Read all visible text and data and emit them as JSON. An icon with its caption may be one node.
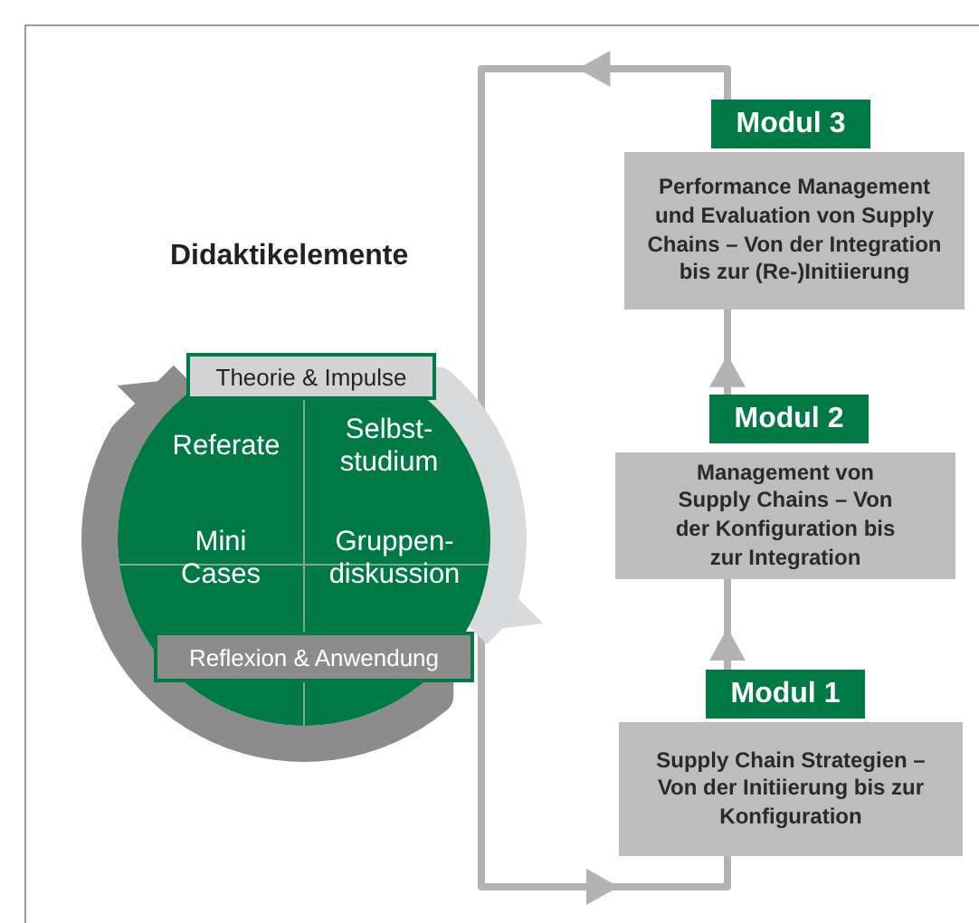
{
  "diagram": {
    "nodes": [
      {
        "text": [],
        "shape": "circle"
      },
      {
        "text": [
          "Theorie & Impulse"
        ],
        "in": 0
      },
      {
        "text": [
          "Referate"
        ],
        "in": 0
      },
      {
        "text": [
          "Selbst- studium"
        ],
        "in": 0
      },
      {
        "text": [
          "Mini Cases"
        ],
        "in": 0
      },
      {
        "text": [
          "Gruppen- diskussion"
        ],
        "in": 0
      },
      {
        "text": [
          "Reflexion & Anwendung"
        ],
        "in": 0
      },
      {
        "text": [
          "Modul 3",
          "Performance Management und Evaluation von Supply Chains – Von der Integration bis zur (Re-)Initiierung"
        ]
      },
      {
        "text": [
          "Modul 2",
          "Management von Supply Chains – Von der Konfiguration bis zur Integration"
        ]
      },
      {
        "text": [
          "Modul 1",
          "Supply Chain Strategien – Von der Initiierung bis zur Konfiguration"
        ]
      }
    ],
    "edges": [
      {
        "from": 9,
        "to": 8,
        "arrow": "to"
      },
      {
        "from": 8,
        "to": 7,
        "arrow": "to"
      },
      {
        "from": 7,
        "to": 9,
        "arrow": "to"
      },
      {
        "from": 1,
        "to": 6,
        "arrow": "to",
        "style": "thick",
        "color": "#d9dadb"
      },
      {
        "from": 6,
        "to": 1,
        "arrow": "to",
        "style": "thick",
        "color": "#8c8c8c"
      }
    ],
    "labels": [
      "Didaktikelemente"
    ]
  }
}
